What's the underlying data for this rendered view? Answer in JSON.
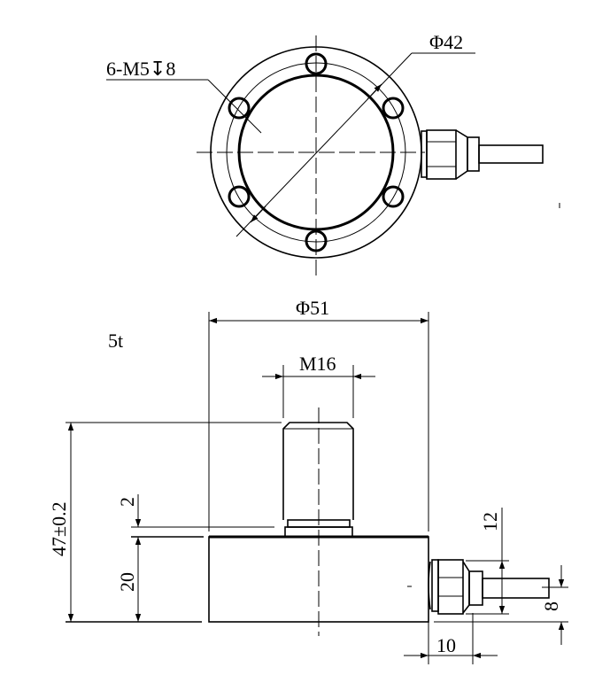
{
  "drawing": {
    "top_view": {
      "hole_callout": "6-M5↧8",
      "inner_diameter": "Φ42"
    },
    "side_view": {
      "outer_diameter": "Φ51",
      "capacity": "5t",
      "thread": "M16",
      "total_height": "47±0.2",
      "step_height": "2",
      "body_height": "20",
      "connector_height": "12",
      "cable_offset": "8",
      "connector_length": "10"
    }
  },
  "colors": {
    "line": "#000000",
    "background": "#ffffff"
  }
}
